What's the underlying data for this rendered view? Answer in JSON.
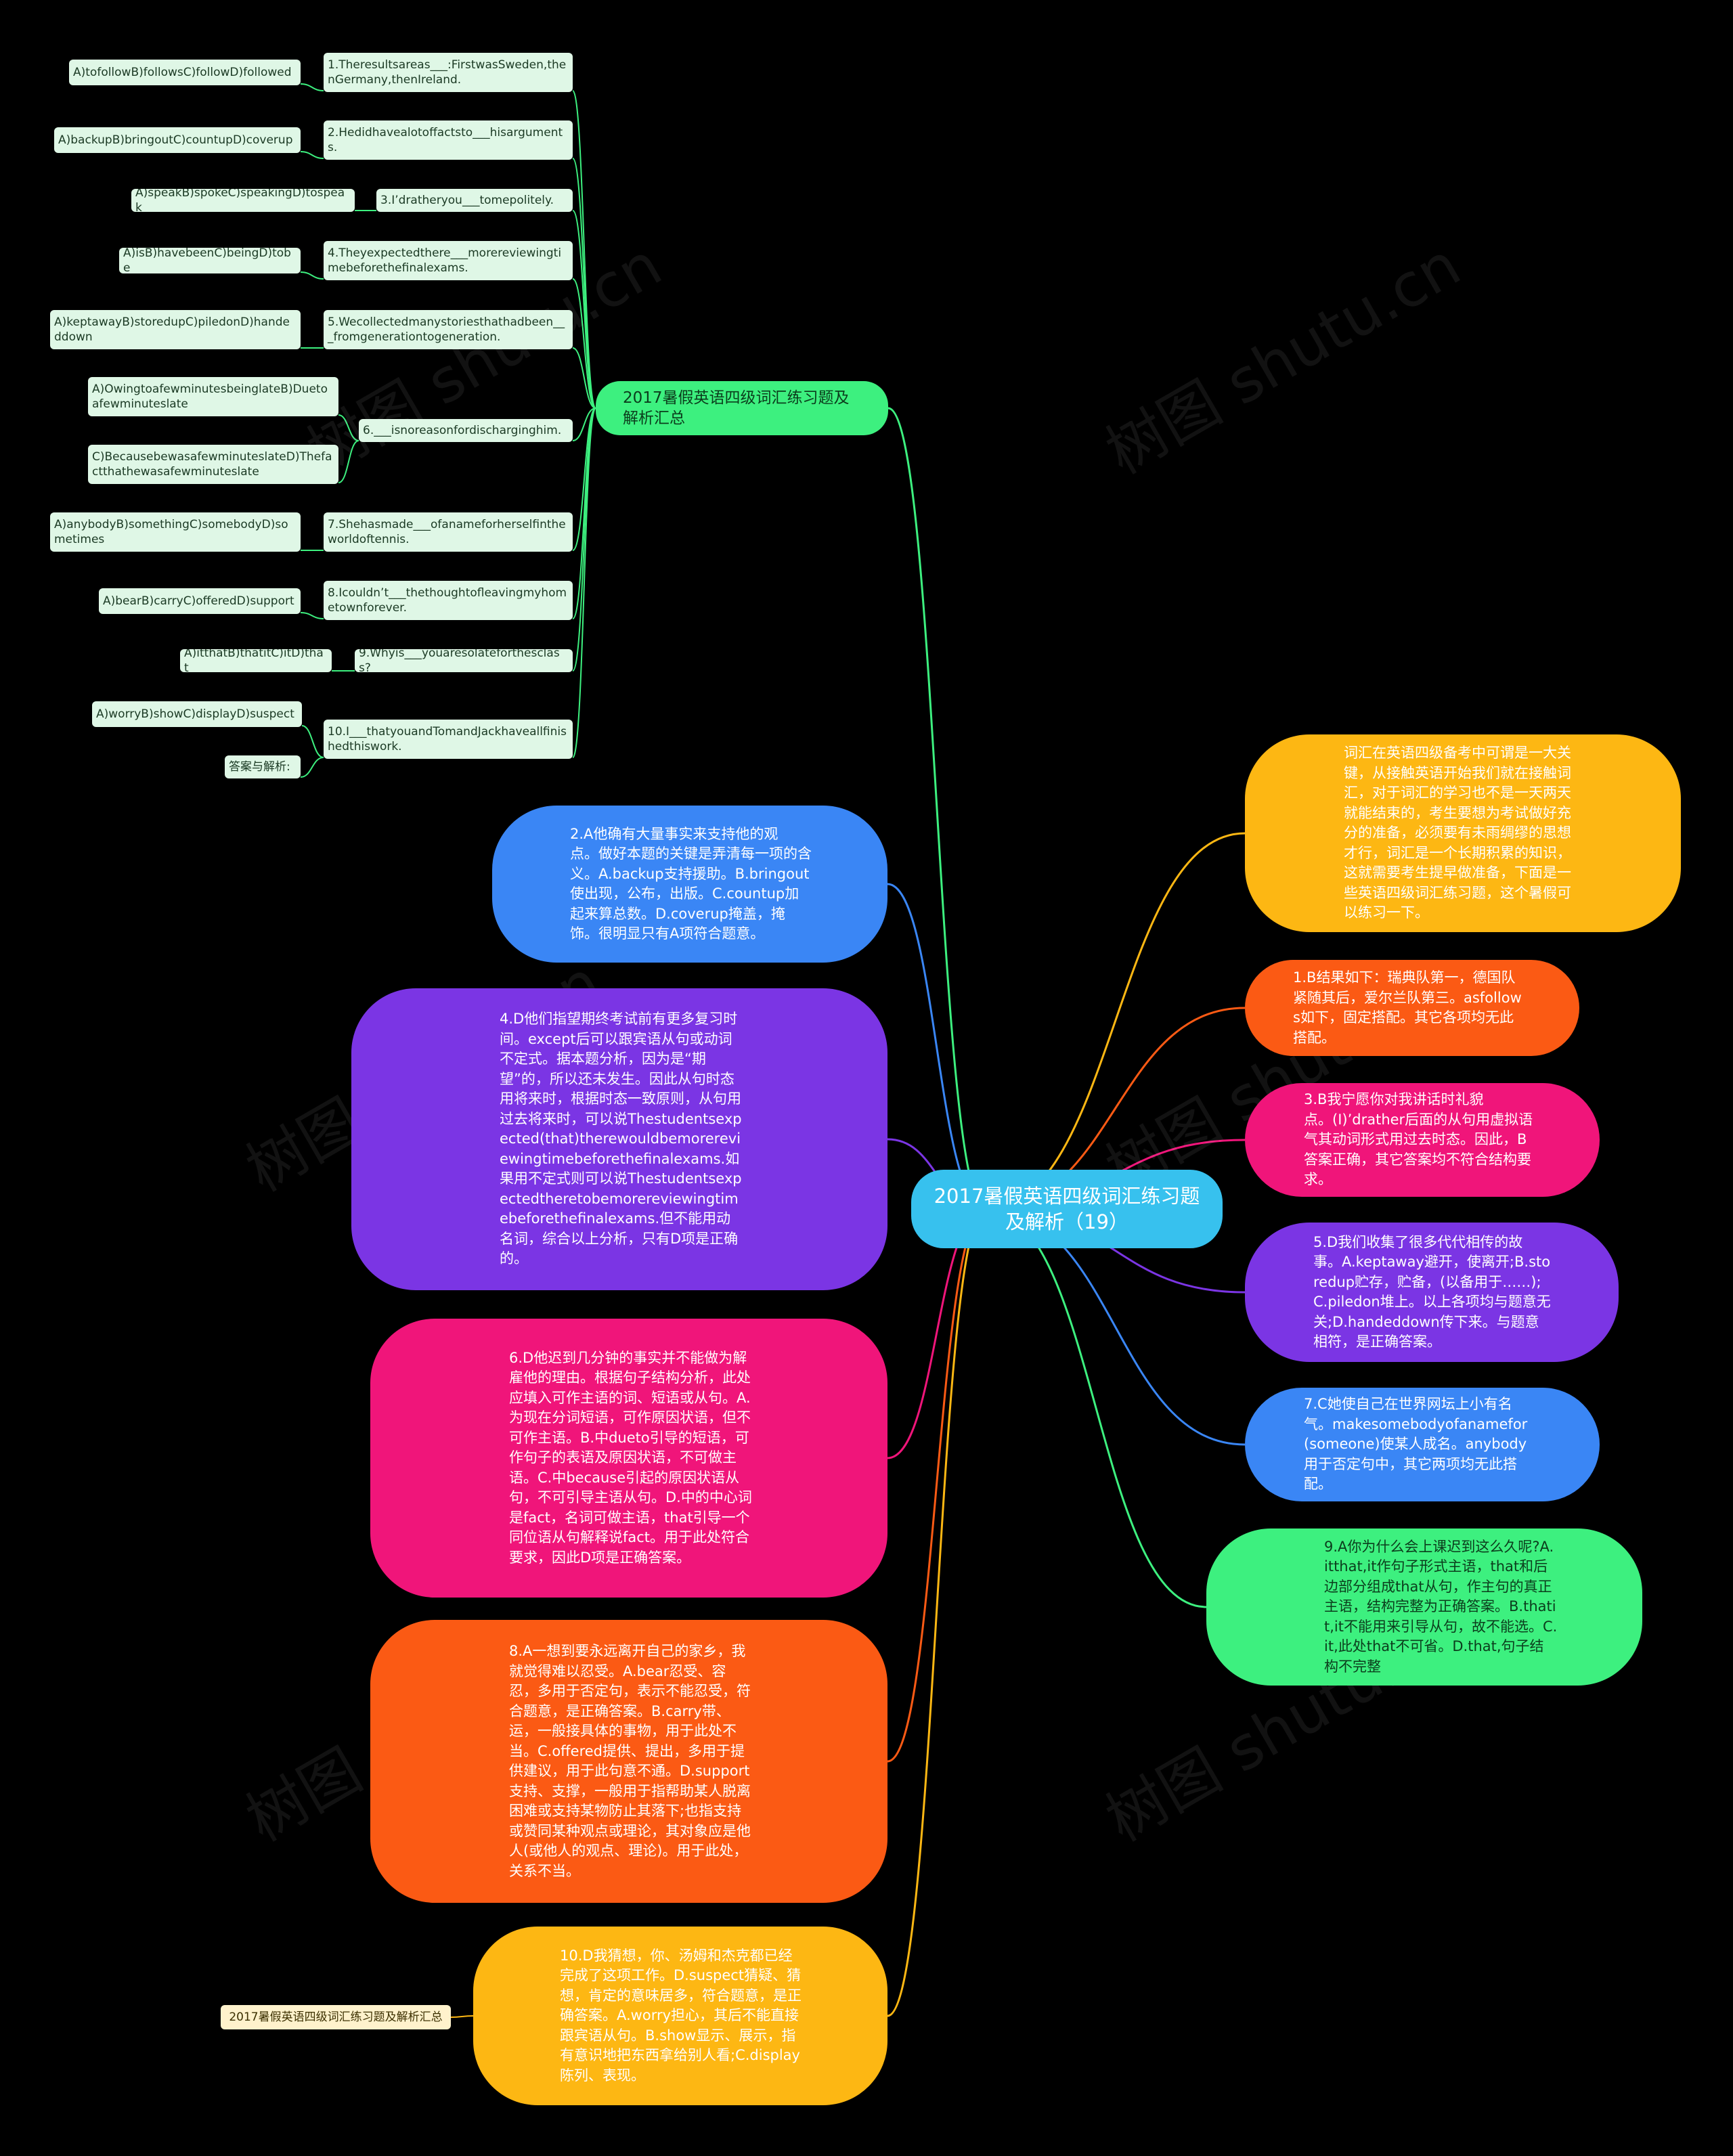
{
  "center": {
    "label": "2017暑假英语四级词汇练习题及解析（19）"
  },
  "branch": {
    "label": "2017暑假英语四级词汇练习题及解析汇总"
  },
  "questions": [
    {
      "q": "1.Theresultsareas___:FirstwasSweden,thenGermany,thenIreland.",
      "a": [
        "A)tofollowB)followsC)followD)followed"
      ]
    },
    {
      "q": "2.Hedidhavealotoffactsto___hisarguments.",
      "a": [
        "A)backupB)bringoutC)countupD)coverup"
      ]
    },
    {
      "q": "3.I’dratheryou___tomepolitely.",
      "a": [
        "A)speakB)spokeC)speakingD)tospeak"
      ]
    },
    {
      "q": "4.Theyexpectedthere___morereviewingtimebeforethefinalexams.",
      "a": [
        "A)isB)havebeenC)beingD)tobe"
      ]
    },
    {
      "q": "5.Wecollectedmanystoriesthathadbeen___fromgenerationtogeneration.",
      "a": [
        "A)keptawayB)storedupC)piledonD)handeddown"
      ]
    },
    {
      "q": "6.___isnoreasonfordischarginghim.",
      "a": [
        "A)OwingtoafewminutesbeinglateB)Duetoafewminuteslate",
        "C)BecausebewasafewminuteslateD)Thefactthathewasafewminuteslate"
      ]
    },
    {
      "q": "7.Shehasmade___ofanameforherselfintheworldoftennis.",
      "a": [
        "A)anybodyB)somethingC)somebodyD)sometimes"
      ]
    },
    {
      "q": "8.Icouldn’t___thethoughtofleavingmyhometownforever.",
      "a": [
        "A)bearB)carryC)offeredD)support"
      ]
    },
    {
      "q": "9.Whyis___youaresolateforthesclass?",
      "a": [
        "A)itthatB)thatitC)itD)that"
      ]
    },
    {
      "q": "10.I___thatyouandTomandJackhaveallfinishedthiswork.",
      "a": [
        "A)worryB)showC)displayD)suspect",
        "答案与解析:"
      ]
    }
  ],
  "left_bubbles": [
    {
      "id": "ans2",
      "color": "#3a86f5",
      "text": "2.A他确有大量事实来支持他的观点。\u0006做好本题的关键是弄清每一项的含义。A.backup支持援助。B.bringout使出现，公布，出版。C.countup加起来算总数。D.coverup掩盖，掩饰。很明显只有A项符合题意。"
    },
    {
      "id": "ans4",
      "color": "#7b35e4",
      "text": "4.D他们指望期终考试前有更多复习时间。\u0006except后可以跟宾语从句或动词不定式。据本题分析，因为是“期望”的，所以还未发生。因此从句时态用将来时，根据时态一致原则，从句用过去将来时，可以说Thestudentsexpected(that)therewouldbemorereviewingtimebeforethefinalexams.如果用不定式则可以说Thestudentsexpectedtheretobemorereviewingtimebeforethefinalexams.但不能用动名词，综合以上分析，只有D项是正确的。"
    },
    {
      "id": "ans6",
      "color": "#f0157a",
      "text": "6.D他迟到几分钟的事实并不能做为解雇他的理由。\u0006根据句子结构分析，此处应填入可作主语的词、短语或从句。A.为现在分词短语，可作原因状语，但不可作主语。B.中dueto引导的短语，可作句子的表语及原因状语，不可做主语。C.中because引起的原因状语从句，不可引导主语从句。D.中的中心词是fact，名词可做主语，that引导一个同位语从句解释说fact。用于此处符合要求，因此D项是正确答案。"
    },
    {
      "id": "ans8",
      "color": "#fb5a14",
      "text": "8.A一想到要永远离开自己的家乡，我就觉得难以忍受。A.bear忍受、容忍，多用于否定句，表示不能忍受，符合题意，是正确答案。B.carry带、运，一般接具体的事物，用于此处不当。C.offered提供、提出，多用于提供建议，用于此句意不通。D.support支持、支撑，一般用于指帮助某人脱离困难或支持某物防止其落下;也指支持或赞同某种观点或理论，其对象应是他人(或他人的观点、理论)。用于此处，关系不当。"
    },
    {
      "id": "ans10",
      "color": "#fdb713",
      "text": "10.D我猜想，你、汤姆和杰克都已经完成了这项工作。D.suspect猜疑、猜想，肯定的意味居多，符合题意，是正确答案。A.worry担心，其后不能直接跟宾语从句。B.show显示、展示，指有意识地把东西拿给别人看;C.display陈列、表现。"
    }
  ],
  "right_bubbles": [
    {
      "id": "intro",
      "color": "#fdb713",
      "text": "词汇在英语四级备考中可谓是一大关键，从接触英语开始我们就在接触词汇，对于词汇的学习也不是一天两天就能结束的，考生要想为考试做好充分的准备，必须要有未雨绸缪的思想才行，词汇是一个长期积累的知识，这就需要考生提早做准备，下面是一些英语四级词汇练习题，这个暑假可以练习一下。"
    },
    {
      "id": "ans1",
      "color": "#fb5a14",
      "text": "1.B结果如下：瑞典队第一，德国队紧随其后，爱尔兰队第三。\u0006asfollows如下，固定搭配。其它各项均无此搭配。"
    },
    {
      "id": "ans3",
      "color": "#f0157a",
      "text": "3.B我宁愿你对我讲话时礼貌点。\u0006(I)’drather后面的从句用虚拟语气其动词形式用过去时态。因此，B答案正确，其它答案均不符合结构要求。"
    },
    {
      "id": "ans5",
      "color": "#7b35e4",
      "text": "5.D我们收集了很多代代相传的故事。A.keptaway避开，使离开;B.storedup贮存，贮备，(以备用于……);C.piledon堆上。以上各项均与题意无关;D.handeddown传下来。与题意相符，是正确答案。"
    },
    {
      "id": "ans7",
      "color": "#3a86f5",
      "text": "7.C她使自己在世界网坛上小有名气。\u0006makesomebodyofanamefor(someone)使某人成名。anybody用于否定句中，其它两项均无此搭配。"
    },
    {
      "id": "ans9",
      "color": "#3df07f",
      "text": "9.A你为什么会上课迟到这么久呢?A.itthat,it作句子形式主语，that和后边部分组成that从句，作主句的真正主语，结构完整为正确答案。B.thatit,it不能用来引导从句，故不能选。C.it,此处that不可省。D.that,句子结构不完整"
    }
  ],
  "bottom_label": {
    "label": "2017暑假英语四级词汇练习题及解析汇总"
  },
  "watermark": {
    "text": "树图 shutu.cn"
  }
}
